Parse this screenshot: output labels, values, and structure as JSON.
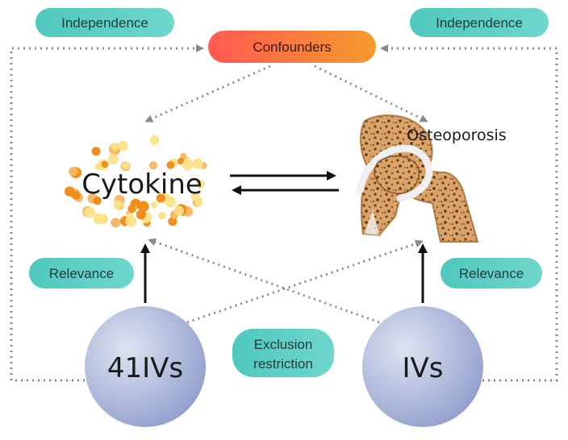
{
  "labels": {
    "independence_left": "Independence",
    "independence_right": "Independence",
    "confounders": "Confounders",
    "cytokine": "Cytokine",
    "osteoporosis": "Osteoporosis",
    "relevance_left": "Relevance",
    "relevance_right": "Relevance",
    "exclusion_line1": "Exclusion",
    "exclusion_line2": "restriction",
    "ivs_left": "41IVs",
    "ivs_right": "IVs"
  },
  "colors": {
    "pill_fill": "#5ccfc4",
    "confounders_start": "#ff5a52",
    "confounders_end": "#f59a2c",
    "iv_circle_light": "#dfe4f1",
    "iv_circle_dark": "#8f9dcd",
    "dot_dark_orange": "#ef8a14",
    "dot_light_orange": "#f7b560",
    "dot_yellow": "#fde28a",
    "bone_fill": "#d9a36a",
    "cartilage": "#eef0f3",
    "dashed_line": "#8a8a8a",
    "arrow": "#111111"
  }
}
